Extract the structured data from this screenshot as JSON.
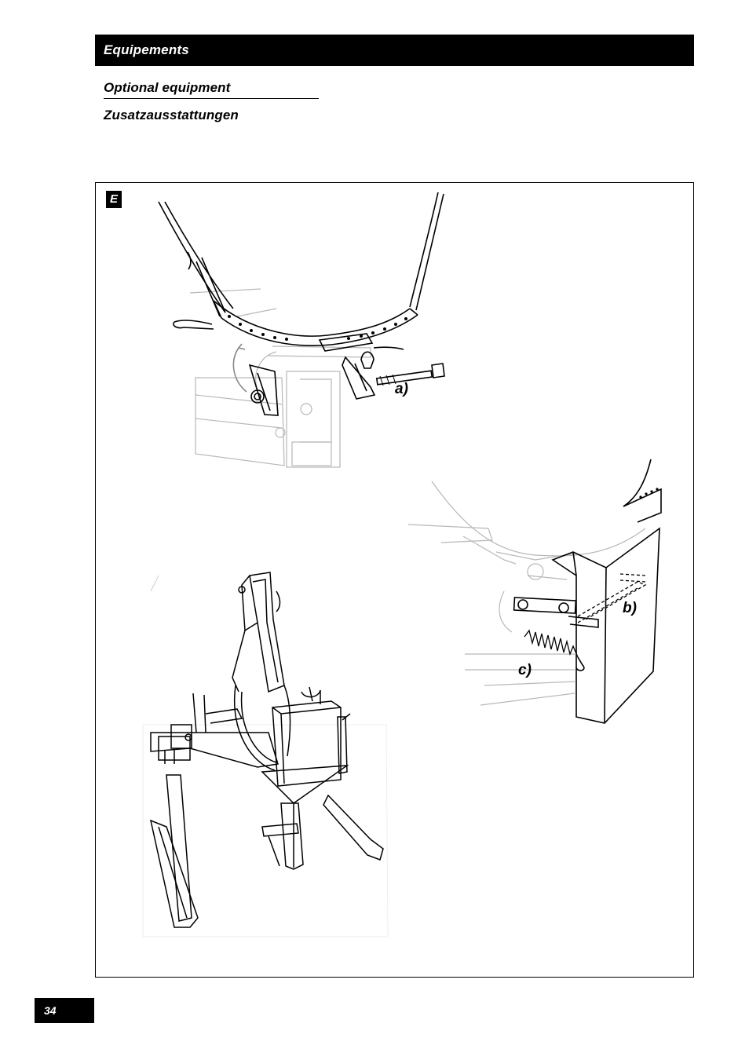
{
  "header": {
    "title": "Equipements"
  },
  "subtitles": {
    "line1": "Optional equipment",
    "line2": "Zusatzausstattungen"
  },
  "figure": {
    "badge": "E",
    "callouts": {
      "a": "a)",
      "b": "b)",
      "c": "c)"
    }
  },
  "footer": {
    "page_number": "34"
  }
}
